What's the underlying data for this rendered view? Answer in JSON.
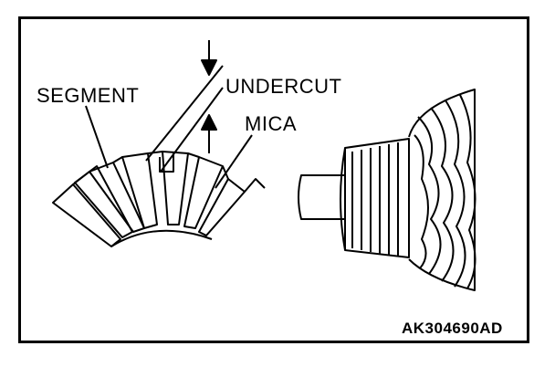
{
  "labels": {
    "segment": "SEGMENT",
    "undercut": "UNDERCUT",
    "mica": "MICA"
  },
  "figure_code": "AK304690AD",
  "colors": {
    "ink": "#000000",
    "paper": "#ffffff"
  }
}
